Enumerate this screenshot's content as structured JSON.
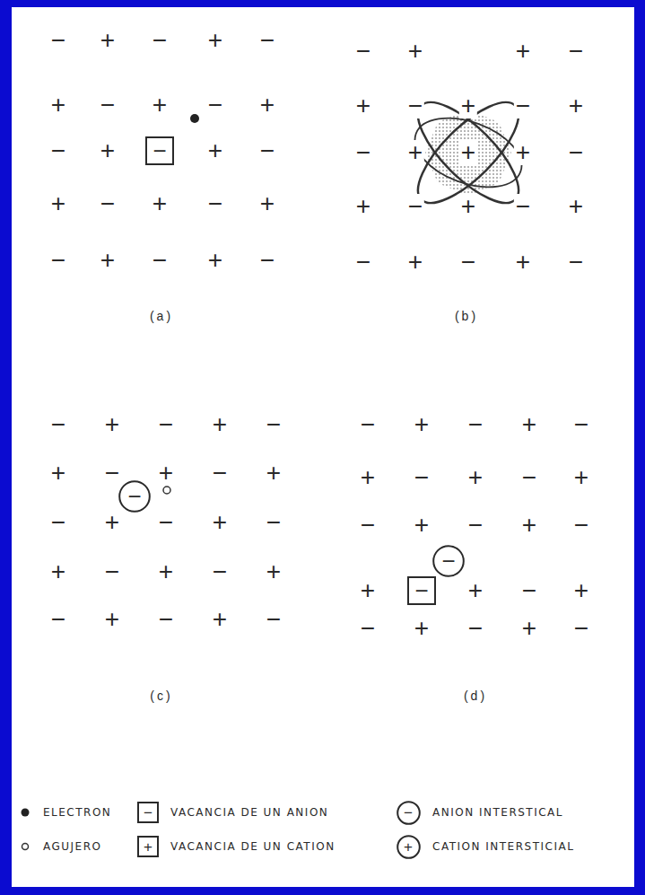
{
  "diagram": {
    "nodes": [
      {
        "text": [
          "−"
        ]
      },
      {
        "text": [
          "−"
        ]
      },
      {
        "text": [
          "−"
        ]
      },
      {
        "text": [
          "−"
        ]
      },
      {
        "text": [
          "−"
        ]
      },
      {
        "text": [
          "−"
        ]
      },
      {
        "text": [
          "+"
        ]
      },
      {
        "text": [
          "+"
        ]
      }
    ],
    "labels": [
      "−",
      "+",
      "−",
      "+",
      "−",
      "+",
      "−",
      "+",
      "−",
      "+",
      "−",
      "+",
      "+",
      "−",
      "+",
      "−",
      "+",
      "−",
      "+",
      "−",
      "+",
      "−",
      "+",
      "−",
      "−",
      "+",
      "+",
      "−",
      "+",
      "−",
      "+",
      "−",
      "+",
      "−",
      "+",
      "+",
      "+",
      "−",
      "+",
      "−",
      "+",
      "−",
      "+",
      "−",
      "+",
      "−",
      "+",
      "−",
      "(a)",
      "(b)",
      "−",
      "+",
      "−",
      "+",
      "−",
      "+",
      "−",
      "+",
      "−",
      "+",
      "−",
      "+",
      "−",
      "+",
      "−",
      "+",
      "−",
      "+",
      "−",
      "+",
      "−",
      "+",
      "−",
      "+",
      "−",
      "−",
      "+",
      "−",
      "+",
      "−",
      "+",
      "−",
      "+",
      "−",
      "+",
      "−",
      "+",
      "−",
      "+",
      "−",
      "+",
      "+",
      "−",
      "+",
      "−",
      "+",
      "−",
      "+",
      "−",
      "(c)",
      "(d)"
    ],
    "legend": [
      {
        "text": "ELECTRON"
      },
      {
        "text": "VACANCIA DE UN ANION"
      },
      {
        "text": "ANION INTERSTICAL"
      },
      {
        "text": "AGUJERO"
      },
      {
        "text": "VACANCIA DE UN CATION"
      },
      {
        "text": "CATION INTERSTICIAL"
      }
    ]
  }
}
